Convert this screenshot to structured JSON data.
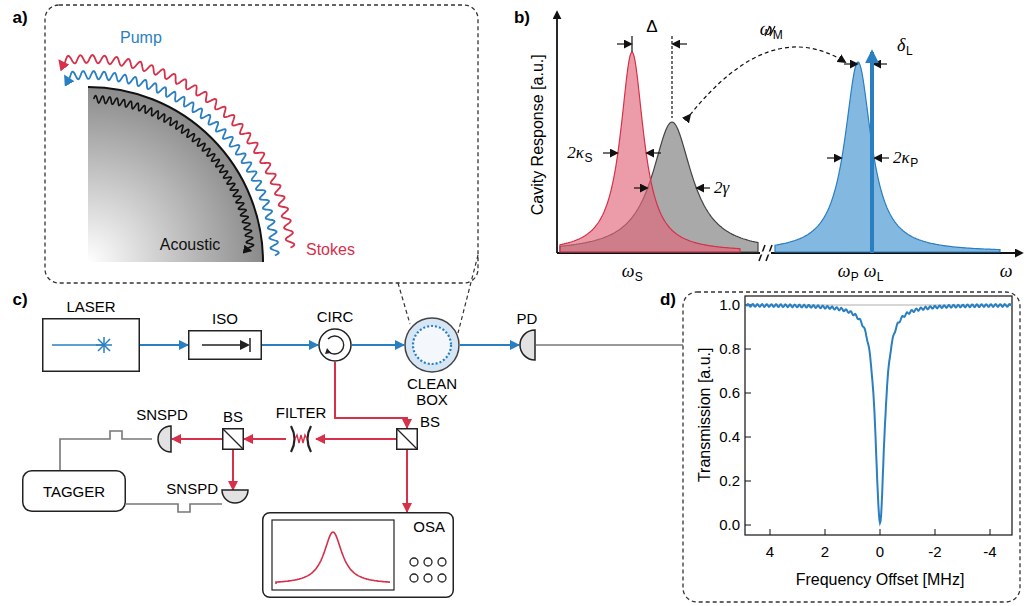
{
  "diagram": {
    "nodes": [
      {
        "text": [
          "LASER"
        ]
      },
      {
        "text": [
          "ISO"
        ]
      },
      {
        "text": [
          "CIRC"
        ]
      },
      {
        "text": [
          "CLEAN BOX"
        ]
      },
      {
        "text": [
          "PD"
        ]
      },
      {
        "text": [
          "BS"
        ]
      },
      {
        "text": [
          "FILTER"
        ]
      },
      {
        "text": [
          "BS"
        ]
      },
      {
        "text": [
          "SNSPD"
        ]
      },
      {
        "text": [
          "SNSPD"
        ]
      },
      {
        "text": [
          "TAGGER"
        ]
      },
      {
        "text": [
          "OSA"
        ]
      }
    ],
    "edges": [
      {
        "from": 0,
        "to": 1,
        "arrow": "to"
      },
      {
        "from": 1,
        "to": 2,
        "arrow": "to"
      },
      {
        "from": 2,
        "to": 3,
        "arrow": "to"
      },
      {
        "from": 3,
        "to": 4,
        "arrow": "to"
      },
      {
        "from": 2,
        "to": 5,
        "arrow": "to"
      },
      {
        "from": 5,
        "to": 6,
        "arrow": "to"
      },
      {
        "from": 6,
        "to": 7,
        "arrow": "to"
      },
      {
        "from": 7,
        "to": 8,
        "arrow": "to"
      },
      {
        "from": 7,
        "to": 9,
        "arrow": "to"
      },
      {
        "from": 5,
        "to": 11,
        "arrow": "to"
      },
      {
        "from": 8,
        "to": 10,
        "arrow": "none"
      },
      {
        "from": 9,
        "to": 10,
        "arrow": "none"
      }
    ],
    "labels": [
      "a)",
      "b)",
      "c)",
      "d)",
      "Pump",
      "Stokes",
      "Acoustic",
      "Cavity Response [a.u.]",
      "Δ",
      "ω",
      "M",
      "δ",
      "L",
      "2κ",
      "S",
      "2γ",
      "2κ",
      "P",
      "ω",
      "S",
      "ω",
      "P",
      "ω",
      "L",
      "ω",
      "Transmission [a.u.]",
      "Frequency Offset [MHz]",
      "1.0",
      "0.8",
      "0.6",
      "0.4",
      "0.2",
      "0.0",
      "4",
      "2",
      "0",
      "-2",
      "-4"
    ]
  }
}
